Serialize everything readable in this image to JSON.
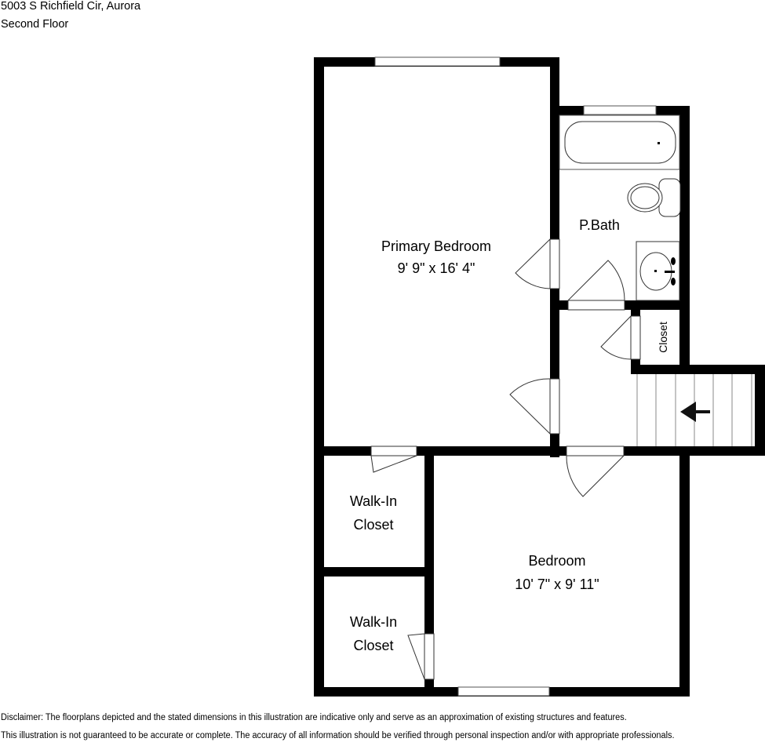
{
  "header": {
    "address": "5003 S Richfield Cir, Aurora",
    "floor": "Second Floor"
  },
  "rooms": {
    "primary_bedroom": {
      "name": "Primary Bedroom",
      "dimensions": "9' 9\" x 16' 4\""
    },
    "primary_bath": {
      "name": "P.Bath"
    },
    "closet": {
      "name": "Closet"
    },
    "walk_in_closet_1": {
      "line1": "Walk-In",
      "line2": "Closet"
    },
    "walk_in_closet_2": {
      "line1": "Walk-In",
      "line2": "Closet"
    },
    "bedroom": {
      "name": "Bedroom",
      "dimensions": "10' 7\" x 9' 11\""
    }
  },
  "icons": {
    "stairs_arrow": "arrow-left"
  },
  "colors": {
    "wall": "#000000",
    "background": "#ffffff",
    "stair_line": "#888888"
  },
  "disclaimer": {
    "line1": "Disclaimer: The floorplans depicted and the stated dimensions in this illustration are indicative only and serve as an approximation of existing structures and features.",
    "line2": "This illustration is not guaranteed to be accurate or complete. The accuracy of all information should be verified through personal inspection and/or with appropriate professionals."
  }
}
